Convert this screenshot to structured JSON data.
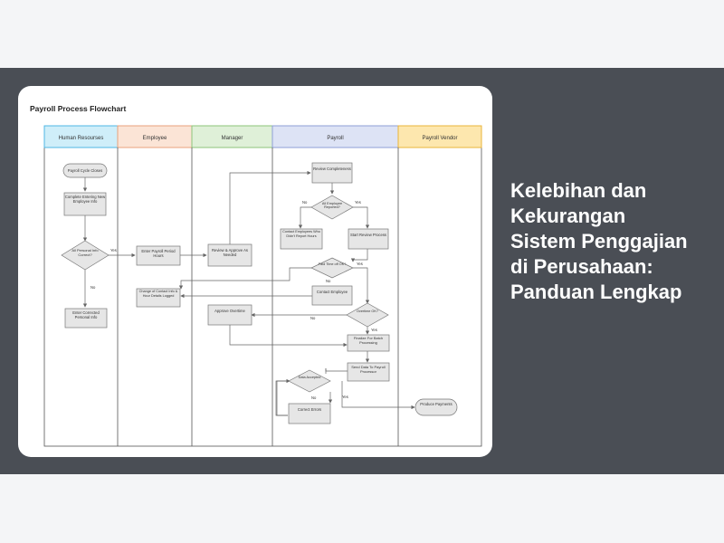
{
  "article": {
    "headline": "Kelebihan dan Kekurangan Sistem Penggajian di Perusahaan: Panduan Lengkap"
  },
  "flowchart": {
    "title": "Payroll Process Flowchart",
    "lanes": [
      {
        "label": "Human Resourses",
        "fill": "#cfeef9",
        "stroke": "#4fb7e4"
      },
      {
        "label": "Employee",
        "fill": "#fbe4d6",
        "stroke": "#e8a27c"
      },
      {
        "label": "Manager",
        "fill": "#dff0d8",
        "stroke": "#8cc47a"
      },
      {
        "label": "Payroll",
        "fill": "#dde3f5",
        "stroke": "#8e9fd6"
      },
      {
        "label": "Payroll Vendor",
        "fill": "#fde7ae",
        "stroke": "#e9b43b"
      }
    ],
    "nodes": {
      "payroll_cycle_closes": "Payroll Cycle Closes",
      "complete_entering": "Complete Entering New Employee Info",
      "personal_info_correct": "All Personal Info Correct?",
      "enter_corrected": "Enter Corrected Personal Info",
      "enter_payroll_period": "Enter Payroll Period Hours",
      "review_approve": "Review & Approve As Needed",
      "approve_overtime": "Approve Overtime",
      "change_contact": "Change of Contact Info & Hour Details Logged",
      "review_completeness": "Review Completeness",
      "all_employees_reported": "All Employee Reported?",
      "contact_employees": "Contact Employees Who Didn't Report Hours",
      "start_review": "Start Review Process",
      "paid_time_off": "Paid Time off OK?",
      "contact_employee": "Contact Employee",
      "overtime_ok": "Overtime OK?",
      "finalize_batch": "Finalize For Batch Processing",
      "send_data": "Send Data To Payroll Processor",
      "data_accepted": "Data Accepted",
      "correct_errors": "Correct Errors",
      "produce_payments": "Produce Payments"
    },
    "edge_labels": {
      "yes": "Yes",
      "no": "No"
    }
  }
}
